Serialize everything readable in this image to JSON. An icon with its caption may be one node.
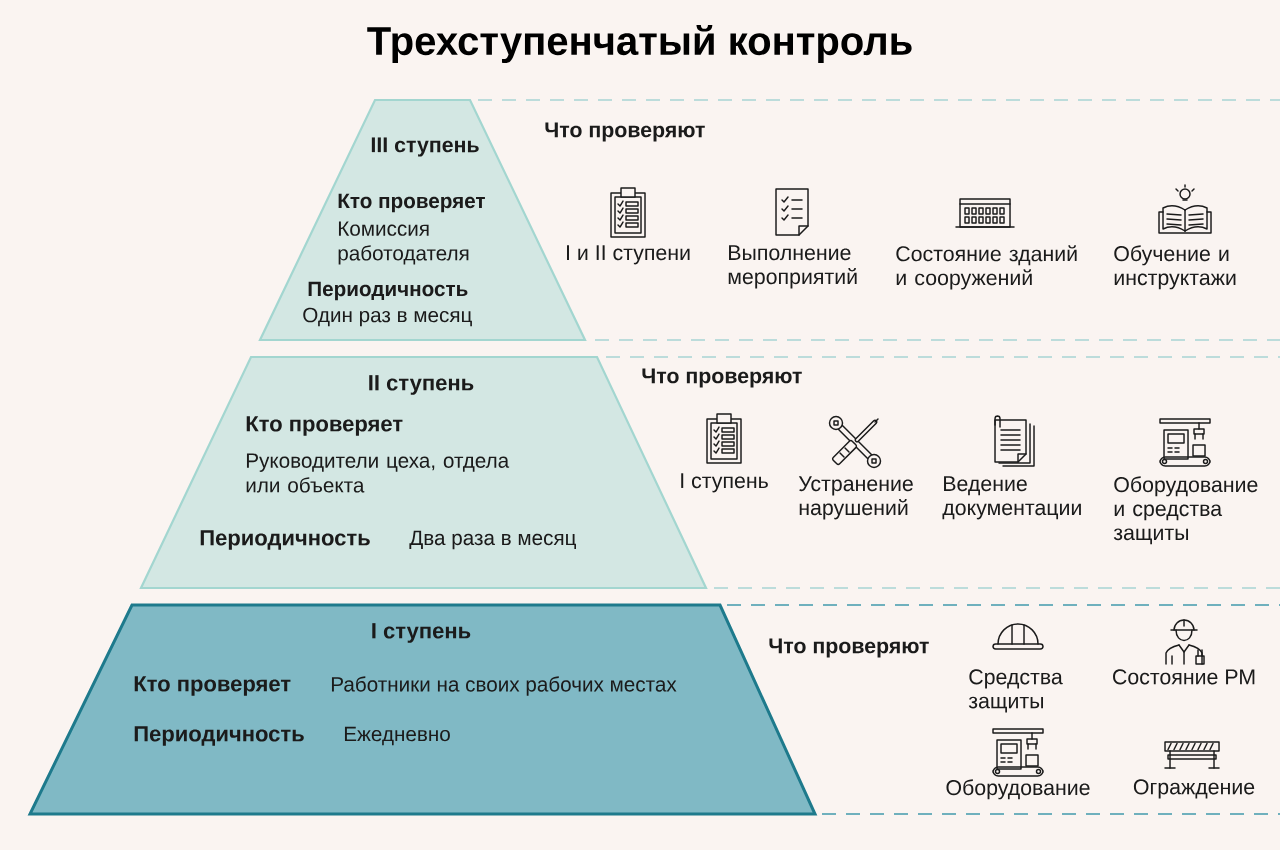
{
  "diagram": {
    "title": "Трехступенчатый контроль",
    "nodes": [
      {
        "text": [
          "III ступень",
          "Кто проверяет",
          "Комиссия работодателя",
          "Периодичность",
          "Один раз в месяц"
        ],
        "beside": [
          "Что проверяют",
          "I и II ступени",
          "Выполнение мероприятий",
          "Состояние зданий и сооружений",
          "Обучение и инструктажи"
        ]
      },
      {
        "text": [
          "II ступень",
          "Кто проверяет",
          "Руководители цеха, отдела или объекта",
          "Периодичность",
          "Два раза в месяц"
        ],
        "beside": [
          "Что проверяют",
          "I ступень",
          "Устранение нарушений",
          "Ведение документации",
          "Оборудование и средства защиты"
        ]
      },
      {
        "text": [
          "I ступень",
          "Кто проверяет",
          "Работники на своих рабочих местах",
          "Периодичность",
          "Ежедневно"
        ],
        "beside": [
          "Что проверяют",
          "Средства защиты",
          "Состояние РМ",
          "Оборудование",
          "Ограждение"
        ]
      }
    ]
  }
}
